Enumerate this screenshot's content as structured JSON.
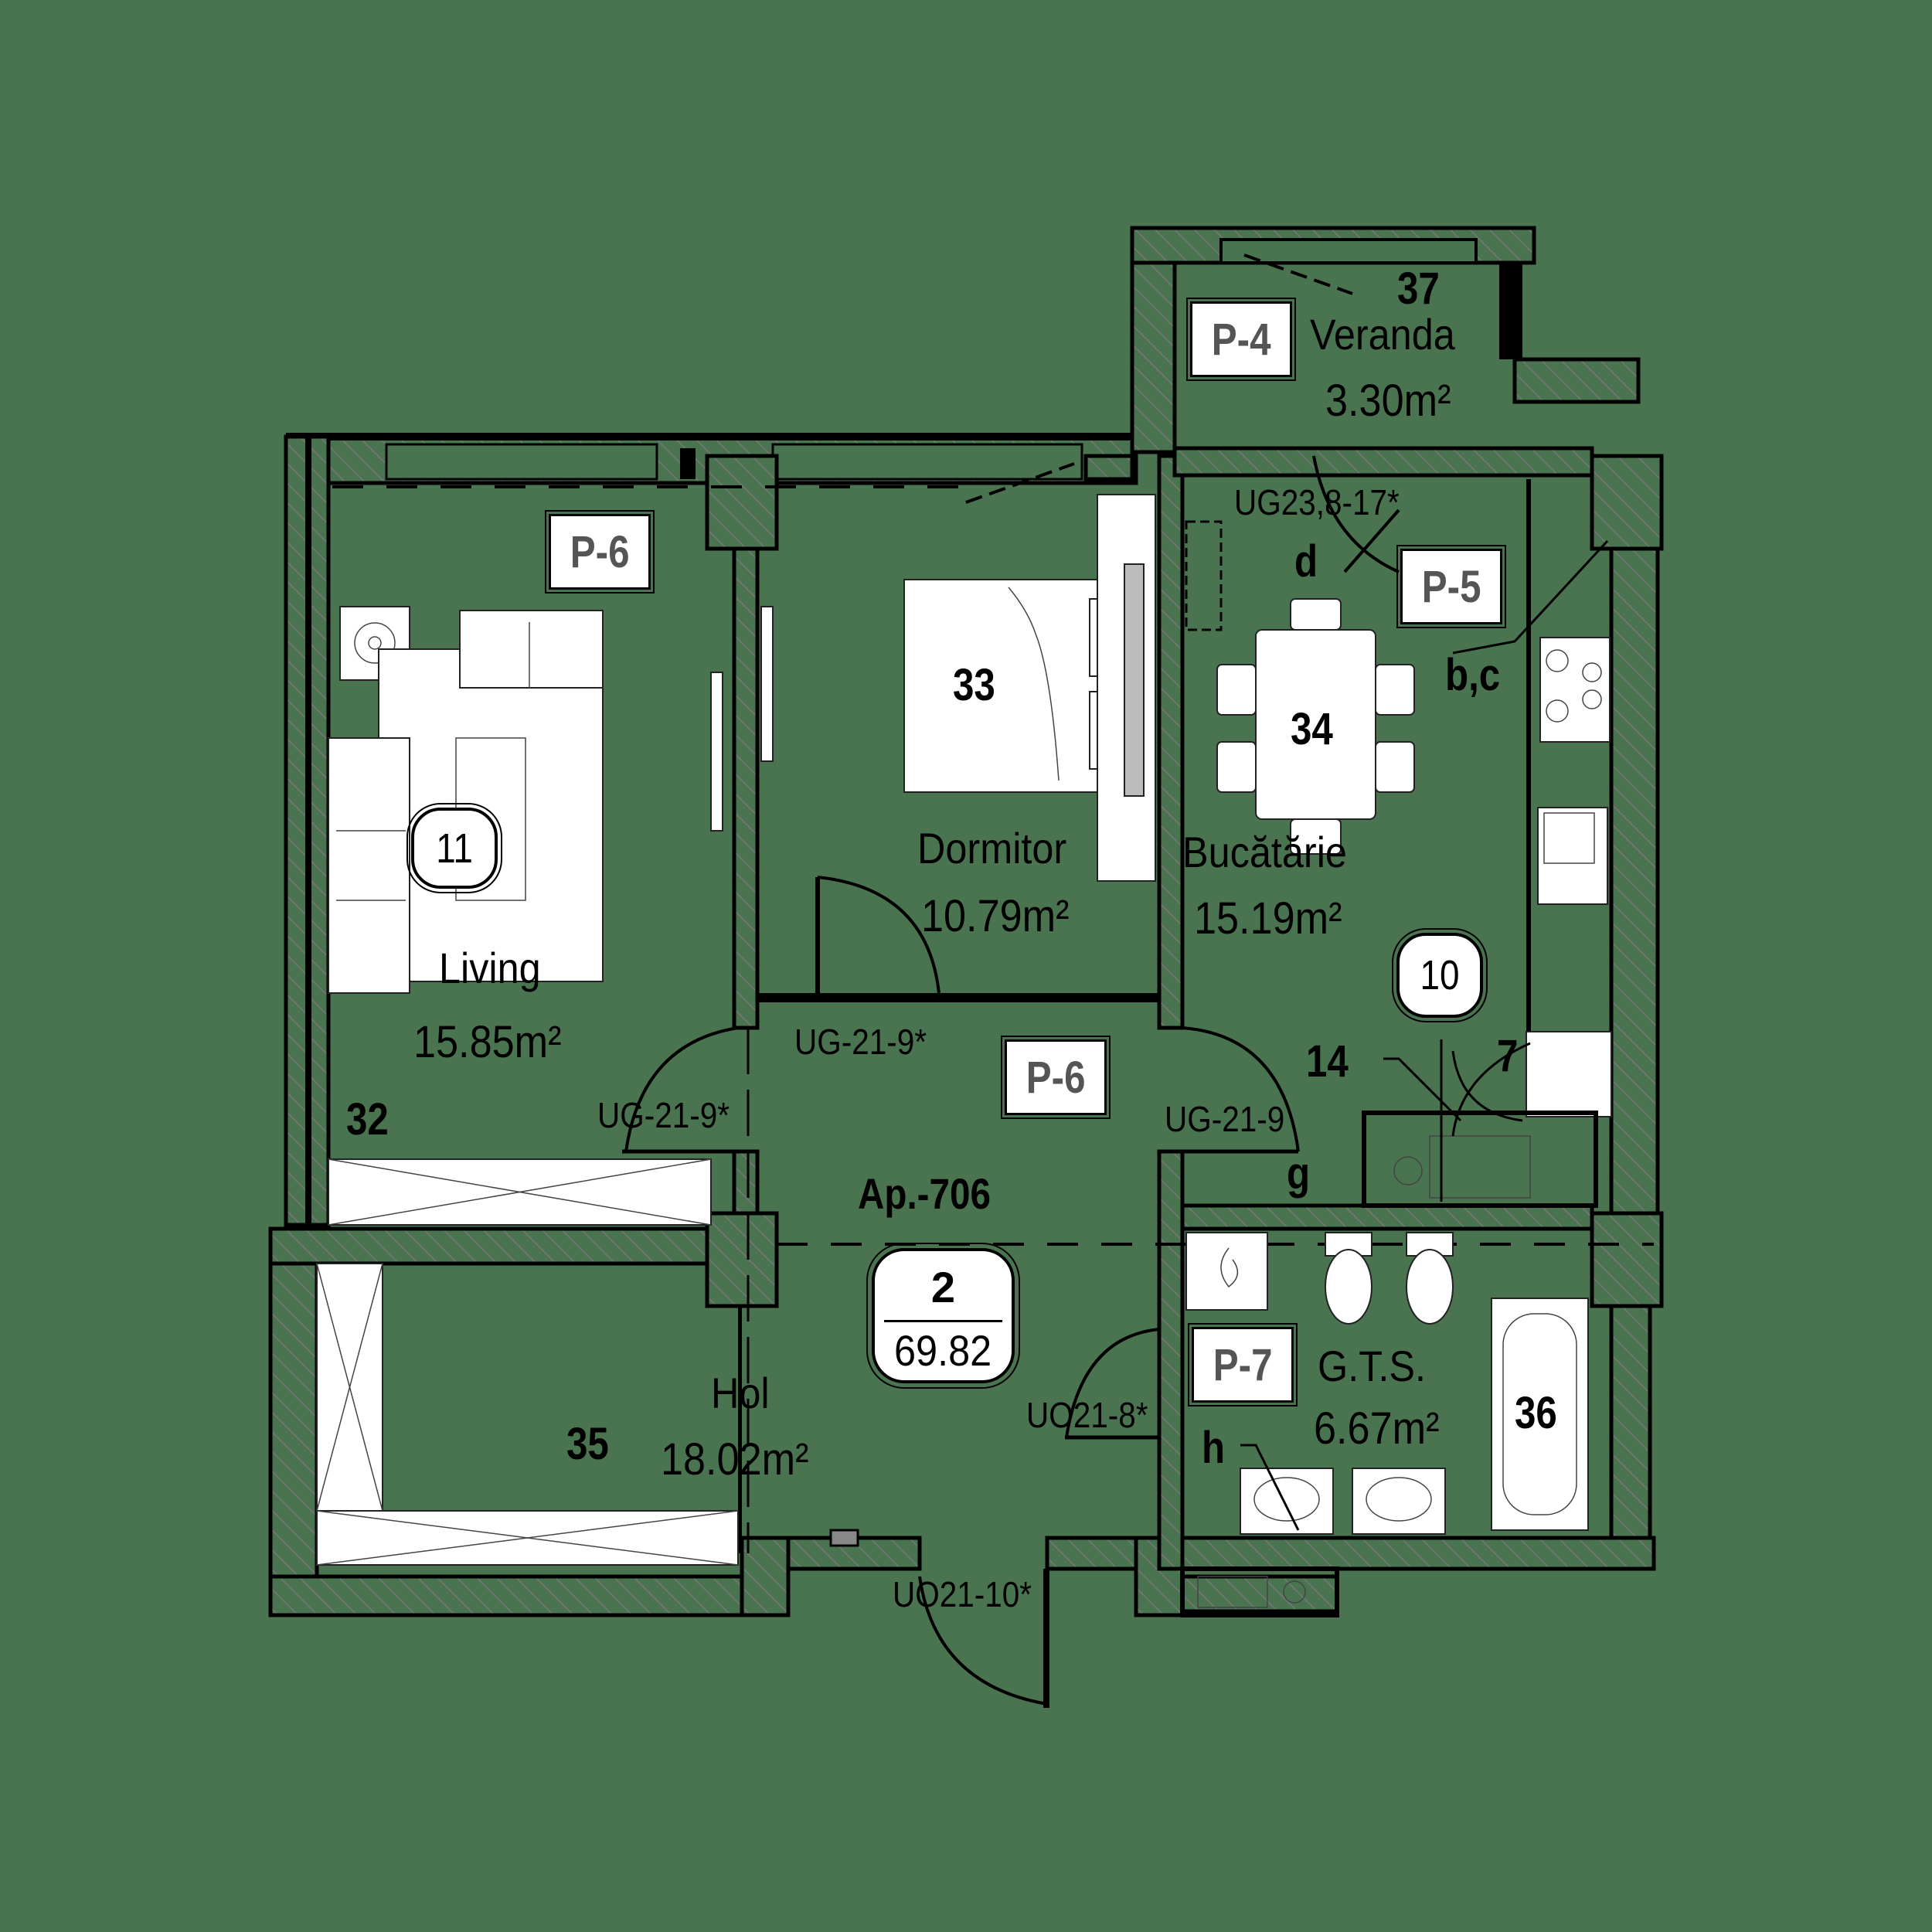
{
  "plan": {
    "apartment_label": "Ap.-706",
    "apartment_badge": {
      "rooms": "2",
      "total_area": "69.82"
    },
    "background_color": "#4a7350"
  },
  "rooms": {
    "veranda": {
      "number": "37",
      "name": "Veranda",
      "area": "3.30m²"
    },
    "living": {
      "number": "32",
      "name": "Living",
      "area": "15.85m²"
    },
    "dormitor": {
      "number": "33",
      "name": "Dormitor",
      "area": "10.79m²"
    },
    "bucatarie": {
      "number": "34",
      "name": "Bucătărie",
      "area": "15.19m²"
    },
    "hol": {
      "number": "35",
      "name": "Hol",
      "area": "18.02m²"
    },
    "gts": {
      "number": "36",
      "name": "G.T.S.",
      "area": "6.67m²"
    }
  },
  "panel_tags": {
    "veranda": "P-4",
    "kitchen": "P-5",
    "living": "P-6",
    "hall": "P-6",
    "bathroom": "P-7"
  },
  "round_tags": {
    "living": "11",
    "kitchen": "10"
  },
  "door_codes": {
    "balcony_door": "UG23,8-17*",
    "bedroom_door": "UG-21-9*",
    "living_door": "UG-21-9*",
    "kitchen_door": "UG-21-9",
    "bathroom_door": "UO21-8*",
    "entry_door": "UO21-10*"
  },
  "equipment_markers": {
    "d": "d",
    "bc": "b,c",
    "g": "g",
    "h": "h",
    "n14": "14",
    "n7": "7"
  }
}
